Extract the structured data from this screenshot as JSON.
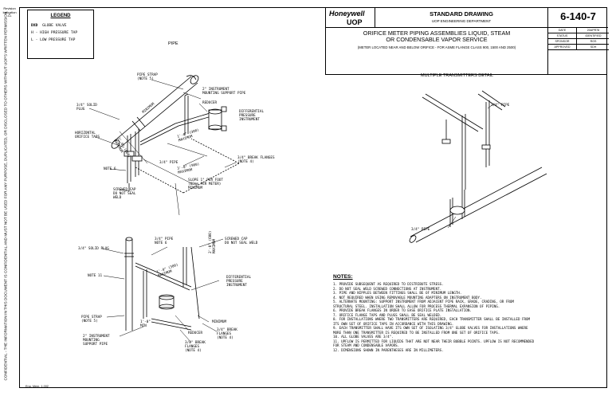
{
  "revision_label": "Revision Indication",
  "revision_mark": "⚠",
  "confidential_text": "CONFIDENTIAL - THE INFORMATION IN THIS DOCUMENT IS CONFIDENTIAL AND MUST NOT BE USED FOR ANY PURPOSE, DUPLICATED, OR DISCLOSED TO OTHERS WITHOUT UOP'S WRITTEN PERMISSION",
  "legend": {
    "title": "LEGEND",
    "items": [
      {
        "symbol": "DXD",
        "text": "GLOBE VALVE"
      },
      {
        "symbol": "H",
        "text": "- HIGH PRESSURE TAP"
      },
      {
        "symbol": "L",
        "text": "- LOW PRESSURE TAP"
      }
    ]
  },
  "title_block": {
    "logo_top": "Honeywell",
    "logo_bottom": "UOP",
    "standard_title": "STANDARD DRAWING",
    "department": "UOP ENGINEERING DEPARTMENT",
    "drawing_number": "6-140-7",
    "title_line1": "ORIFICE METER PIPING ASSEMBLIES LIQUID, STEAM",
    "title_line2": "OR CONDENSABLE VAPOR SERVICE",
    "subtitle": "(METER LOCATED NEAR AND BELOW ORIFICE - FOR ASME FLANGE CLASS 900, 1500 AND 2500)",
    "meta": [
      {
        "key": "DATE",
        "value": "20APR78"
      },
      {
        "key": "STATUS",
        "value": "IDENTIFIED"
      },
      {
        "key": "SPONSOR",
        "value": "RGS"
      },
      {
        "key": "APPROVED",
        "value": "SDH"
      }
    ]
  },
  "views": {
    "pipe": "PIPE",
    "detail": "MULTIPLE TRANSMITTERS DETAIL"
  },
  "callouts": {
    "pipe_strap_top": "PIPE STRAP\n(NOTE 5)",
    "mounting_support_top": "2\" INSTRUMENT\nMOUNTING SUPPORT PIPE",
    "reducer_top": "REDUCER",
    "dp_instrument_top": "DIFFERENTIAL\nPRESSURE\nINSTRUMENT",
    "solid_plug_top": "3/4\" SOLID\nPLUG",
    "horizontal_taps": "HORIZONTAL\nORIFICE TAPS",
    "pipe_34_top": "3/4\" PIPE",
    "break_flanges_top": "3/4\" BREAK FLANGES\n(NOTE 4)",
    "note6": "NOTE 6",
    "slope": "SLOPE 1\" PER FOOT\n(80mm PER METER)\nMINIMUM",
    "screwed_cap_top": "SCREWED CAP\nDO NOT SEAL\nWELD",
    "dim_min1": "MINIMUM",
    "dim_1": "1'-0\" (300)\nMAXIMUM",
    "dim_2": "2'-0\" (600)\nMAXIMUM",
    "dim_3": "3'-0\" (900)\nMAXIMUM",
    "pipe_34_right": "3/4\" PIPE",
    "pipe_34_detail": "3/4\" PIPE",
    "solid_plug_bot": "3/4\" SOLID PLUG",
    "pipe_34_bot": "3/4\" PIPE\nNOTE 6",
    "screwed_cap_bot": "SCREWED CAP\nDO NOT SEAL WELD",
    "note11": "NOTE 11",
    "dp_instrument_bot": "DIFFERENTIAL\nPRESSURE\nINSTRUMENT",
    "pipe_strap_bot": "PIPE STRAP\n(NOTE 5)",
    "mounting_support_bot": "2\" INSTRUMENT\nMOUNTING\nSUPPORT PIPE",
    "reducer_bot": "REDUCER",
    "minimum_bot": "MINIMUM",
    "break_flanges_bot1": "3/4\" BREAK\nFLANGES\n(NOTE 4)",
    "break_flanges_bot2": "3/4\" BREAK\nFLANGES\n(NOTE 4)",
    "dim_bot_1": "1'-0\" (300)\nMAXIMUM",
    "dim_bot_2": "2'-0\" (600)\nMAXIMUM",
    "dim_bot_min": "1'-0\"\nMIN"
  },
  "notes": {
    "title": "NOTES:",
    "items": [
      "1. PROVIDE SUBSEQUENT AS REQUIRED TO DISTRIBUTE STRESS.",
      "2. DO NOT SEAL WELD SCREWED CONNECTIONS AT INSTRUMENT.",
      "3. PIPE AND NIPPLES BETWEEN FITTINGS SHALL BE OF MINIMUM LENGTH.",
      "4. NOT REQUIRED WHEN USING REMOVABLE MOUNTING ADAPTERS ON INSTRUMENT BODY.",
      "5. ALTERNATE MOUNTING: SUPPORT INSTRUMENT FROM ADJACENT PIPE RACK, GRADE, CRADING, OR FROM",
      "   STRUCTURAL STEEL. INSTALLATION SHALL ALLOW FOR PROCESS THERMAL EXPANSION OF PIPING.",
      "6. PROVIDE BREAK FLANGES IN ORDER TO EASE ORIFICE PLATE INSTALLATION.",
      "7. ORIFICE FLANGE TAPS AND PLUGS SHALL BE SEAL WELDED.",
      "8. FOR INSTALLATIONS WHERE TWO TRANSMITTERS ARE REQUIRED, EACH TRANSMITTER SHALL BE INSTALLED FROM",
      "   ITS OWN SET OF ORIFICE TAPS IN ACCORDANCE WITH THIS DRAWING.",
      "9. EACH TRANSMITTER SHALL HAVE ITS OWN SET OF ISOLATING 3/4\" GLOBE VALVES FOR INSTALLATIONS WHERE",
      "   MORE THAN ONE TRANSMITTER IS REQUIRED TO BE INSTALLED FROM ONE SET OF ORIFICE TAPS.",
      "10. ALL GLOBE VALVES ARE 3/4\".",
      "11. UPFLOW IS PERMITTED FOR LIQUIDS THAT ARE NOT NEAR THEIR BUBBLE POINTS. UPFLOW IS NOT RECOMMENDED",
      "    FOR STEAM AND CONDENSABLE VAPORS.",
      "12. DIMENSIONS SHOWN IN PARENTHESES ARE IN MILLIMETERS."
    ]
  },
  "footer": "Eng. Mem. 1.002"
}
